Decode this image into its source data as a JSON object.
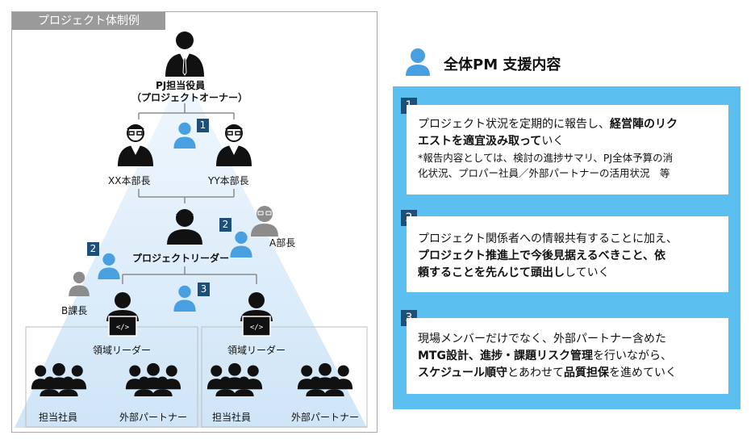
{
  "diagram": {
    "title": "プロジェクト体制例",
    "owner": {
      "line1": "PJ担当役員",
      "line2": "（プロジェクトオーナー）"
    },
    "dept_head_left": "XX本部長",
    "dept_head_right": "YY本部長",
    "leader": "プロジェクトリーダー",
    "a_manager": "A部長",
    "b_manager": "B課長",
    "domain_leader_left": "領域リーダー",
    "domain_leader_right": "領域リーダー",
    "team_left_staff": "担当社員",
    "team_left_partner": "外部パートナー",
    "team_right_staff": "担当社員",
    "team_right_partner": "外部パートナー",
    "badges": [
      "1",
      "2",
      "2",
      "3"
    ],
    "colors": {
      "light_blue_beam": "#dcecf9",
      "person_blue": "#4a9fe0",
      "person_gray": "#8c8c8c",
      "badge_navy": "#1f4e79"
    }
  },
  "support": {
    "title": "全体PM 支援内容",
    "panel_color": "#5bc0f0",
    "items": [
      {
        "num": "1",
        "p1": "プロジェクト状況を定期的に報告し、",
        "p2": "経営陣のリク",
        "p3": "エストを適宜汲み取って",
        "p4": "いく",
        "note1": "*報告内容としては、検討の進捗サマリ、PJ全体予算の消",
        "note2": "化状況、プロパー社員／外部パートナーの活用状況　等"
      },
      {
        "num": "2",
        "p1": "プロジェクト関係者への情報共有することに加え、",
        "p2": "プロジェクト推進上で今後見据えるべきこと、依",
        "p3": "頼することを先んじて頭出し",
        "p4": "していく"
      },
      {
        "num": "3",
        "p1": "現場メンバーだけでなく、外部パートナー含めた",
        "p2": "MTG設計、進捗・課題リスク管理",
        "p3": "を行いながら、",
        "p4": "スケジュール順守",
        "p5": "とあわせて",
        "p6": "品質担保",
        "p7": "を進めていく"
      }
    ]
  }
}
